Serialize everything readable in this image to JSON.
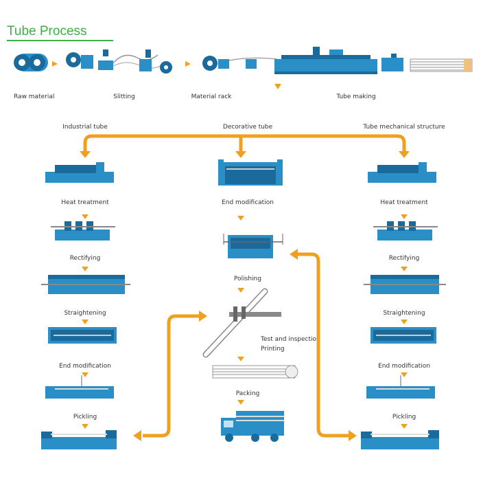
{
  "title": "Tube Process",
  "colors": {
    "machine": "#2a8fc6",
    "machine_dark": "#1a6a9c",
    "arrow": "#f0a020",
    "title": "#3cb043"
  },
  "top_row": [
    "Raw material",
    "Slitting",
    "Material rack",
    "Tube making"
  ],
  "branches": [
    "Industrial tube",
    "Decorative tube",
    "Tube mechanical structure"
  ],
  "industrial_steps": [
    "Heat treatment",
    "Rectifying",
    "Straightening",
    "End modification",
    "Pickling"
  ],
  "decorative_steps": [
    "End modification",
    "Polishing",
    "Test and inspection",
    "Printing",
    "Packing"
  ],
  "mechanical_steps": [
    "Heat treatment",
    "Rectifying",
    "Straightening",
    "End modification",
    "Pickling"
  ]
}
